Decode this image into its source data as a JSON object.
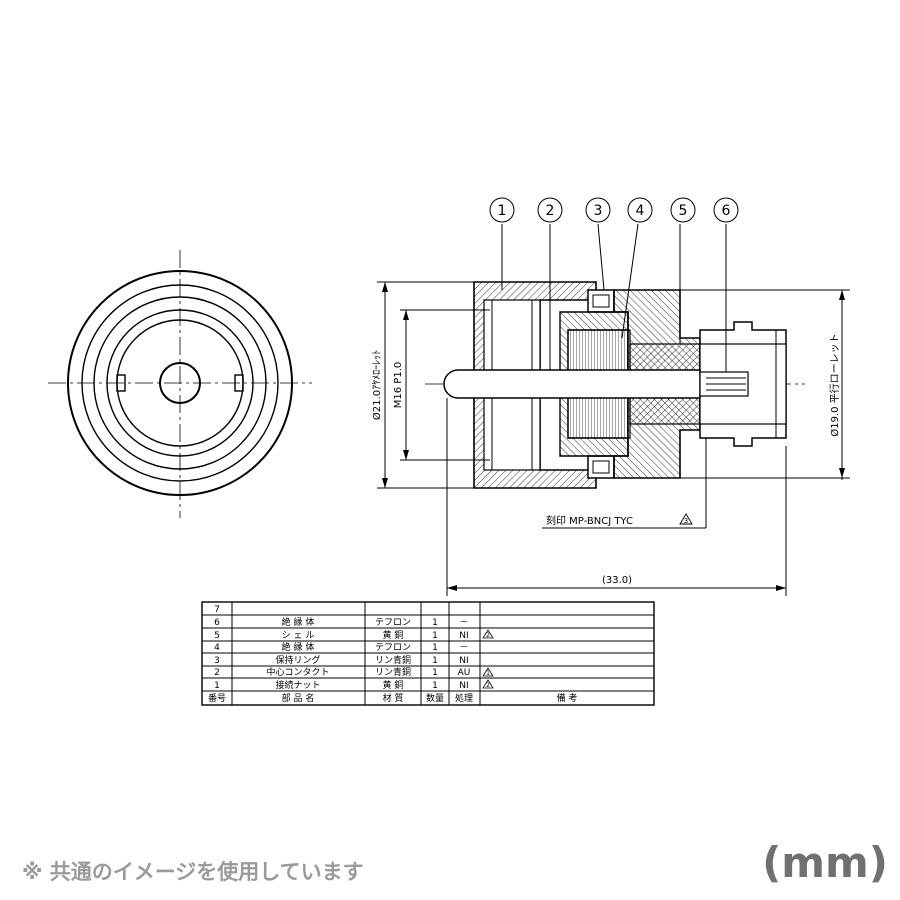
{
  "balloons": [
    "1",
    "2",
    "3",
    "4",
    "5",
    "6"
  ],
  "dimensions": {
    "outer_diameter": "Ø21.0ｱﾔﾒﾛｰﾚｯﾄ",
    "thread": "M16 P1.0",
    "rear_diameter": "Ø19.0 平行ローレット",
    "overall_length": "(33.0)",
    "marking": "刻印 MP-BNCJ TYC"
  },
  "marking_rev": "3",
  "parts_table": {
    "headers": [
      "番号",
      "部 品 名",
      "材 質",
      "数量",
      "処理",
      "備 考"
    ],
    "rows": [
      {
        "no": "7",
        "name": "",
        "material": "",
        "qty": "",
        "treatment": "",
        "rev": ""
      },
      {
        "no": "6",
        "name": "絶 縁 体",
        "material": "テフロン",
        "qty": "1",
        "treatment": "－",
        "rev": ""
      },
      {
        "no": "5",
        "name": "シ ェ ル",
        "material": "黄 銅",
        "qty": "1",
        "treatment": "NI",
        "rev": "2"
      },
      {
        "no": "4",
        "name": "絶 縁 体",
        "material": "テフロン",
        "qty": "1",
        "treatment": "－",
        "rev": ""
      },
      {
        "no": "3",
        "name": "保持リング",
        "material": "リン青銅",
        "qty": "1",
        "treatment": "NI",
        "rev": ""
      },
      {
        "no": "2",
        "name": "中心コンタクト",
        "material": "リン青銅",
        "qty": "1",
        "treatment": "AU",
        "rev": "1"
      },
      {
        "no": "1",
        "name": "接続ナット",
        "material": "黄 銅",
        "qty": "1",
        "treatment": "NI",
        "rev": "2"
      }
    ]
  },
  "footer_note": "※ 共通のイメージを使用しています",
  "unit": "(mm)"
}
